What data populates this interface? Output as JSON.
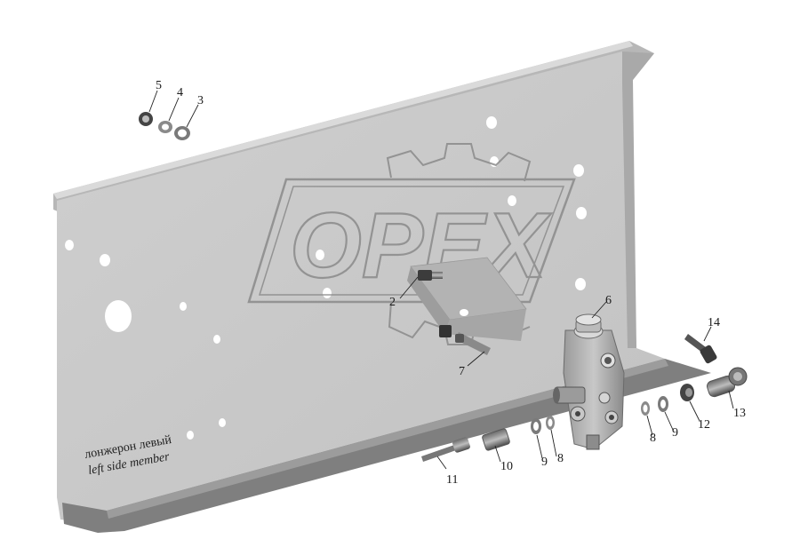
{
  "watermark": {
    "text": "OPEX"
  },
  "caption": {
    "ru": "лонжерон левый",
    "en": "left side member"
  },
  "callouts": {
    "c1": "2",
    "c2": "3",
    "c3": "4",
    "c4": "5",
    "c5": "6",
    "c6": "7",
    "c7": "8",
    "c8": "8",
    "c9": "9",
    "c10": "9",
    "c11": "10",
    "c12": "11",
    "c13": "12",
    "c14": "13",
    "c15": "14"
  }
}
